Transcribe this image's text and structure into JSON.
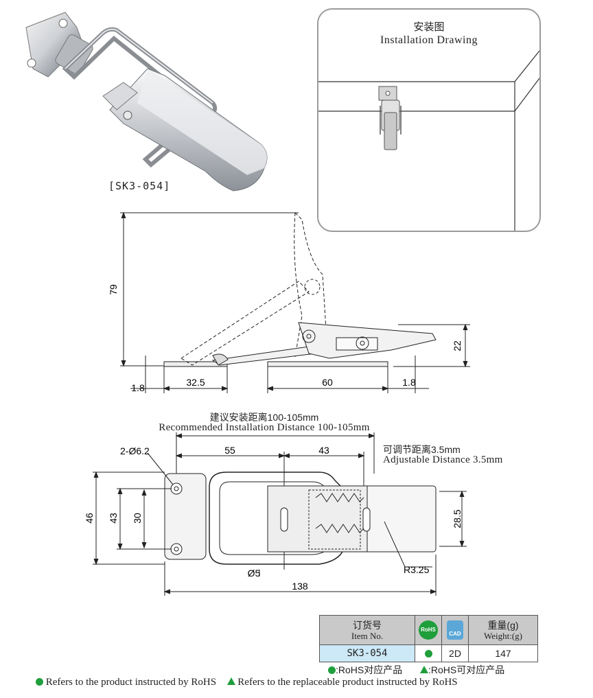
{
  "product_code_label": "[SK3-054]",
  "install_box": {
    "title_zh": "安装图",
    "title_en": "Installation Drawing"
  },
  "side_view_dims": {
    "height_79": "79",
    "height_22": "22",
    "base_1_8_left": "1.8",
    "base_32_5": "32.5",
    "base_60": "60",
    "base_1_8_right": "1.8"
  },
  "top_view": {
    "recommended_zh": "建议安装距离100-105mm",
    "recommended_en": "Recommended Installation Distance 100-105mm",
    "adjustable_zh": "可调节距离3.5mm",
    "adjustable_en": "Adjustable Distance 3.5mm",
    "hole_callout": "2-Ø6.2",
    "dim_55": "55",
    "dim_43_top": "43",
    "dim_46": "46",
    "dim_43_side": "43",
    "dim_30": "30",
    "dim_28_5": "28.5",
    "dim_phi5": "Ø5",
    "dim_r3_25": "R3.25",
    "dim_138": "138"
  },
  "spec_table": {
    "item_header_zh": "订货号",
    "item_header_en": "Item No.",
    "rohs_label": "RoHS",
    "cad_label": "CAD",
    "weight_header_zh": "重量(g)",
    "weight_header_en": "Weight:(g)",
    "item_no": "SK3-054",
    "cad_value": "2D",
    "weight_value": "147",
    "rohs_color": "#1f9e3c"
  },
  "legend": {
    "line1_a": ":RoHS对应产品",
    "line1_b": ":RoHS可对应产品",
    "line2_a": "Refers to the product instructed by RoHS",
    "line2_b": "Refers to the replaceable product instructed by RoHS"
  }
}
